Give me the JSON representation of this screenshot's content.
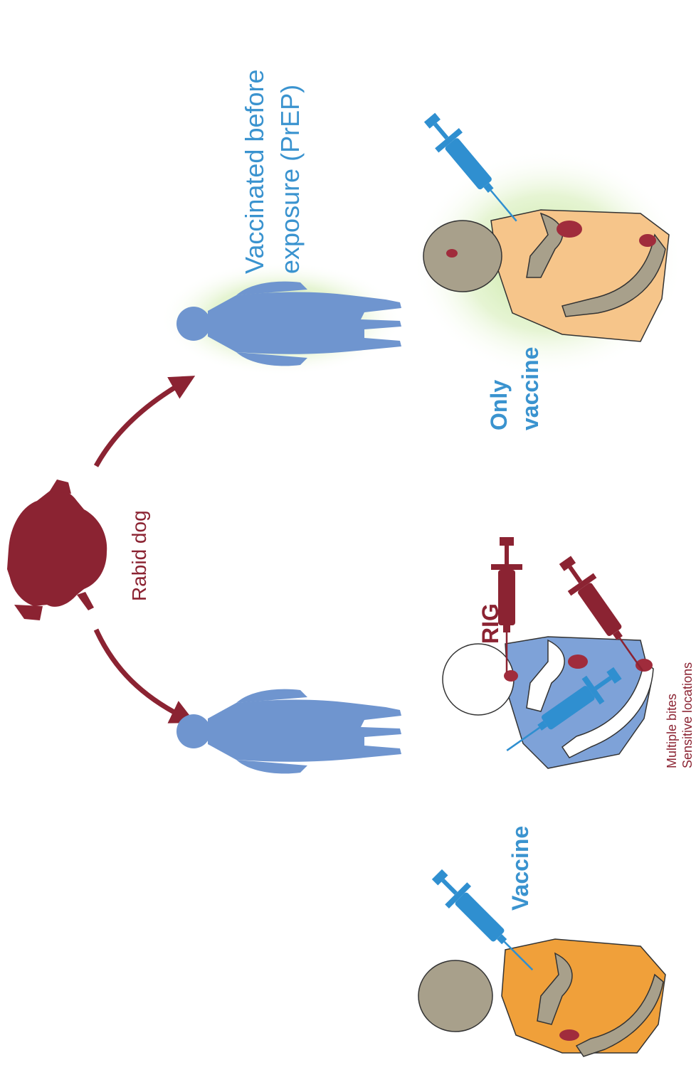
{
  "labels": {
    "rabid_dog": "Rabid dog",
    "prep_line1": "Vaccinated before",
    "prep_line2": "exposure (PrEP)",
    "only_vaccine_line1": "Only",
    "only_vaccine_line2": "vaccine",
    "rig": "RIG",
    "vaccine": "Vaccine",
    "note_line1": "Multiple bites",
    "note_line2": "Sensitive locations"
  },
  "colors": {
    "dog": "#8b2332",
    "arrow": "#8b2332",
    "silhouette": "#6f95cf",
    "glow": "#b9e28a",
    "label_blue": "#3a93cf",
    "label_red": "#8b2332",
    "syringe_blue": "#2f8fd0",
    "syringe_red": "#8b2332",
    "skin": "#a8a08b",
    "shirt_peach": "#f6c58a",
    "shirt_orange": "#f0a03a",
    "shirt_blue": "#7ea2d8",
    "wound": "#a02c3c"
  },
  "icons": {
    "dog": "dog-silhouette-icon",
    "person_prep": "person-silhouette-icon",
    "person_unvaccinated": "person-silhouette-icon",
    "syringe": "syringe-icon"
  }
}
